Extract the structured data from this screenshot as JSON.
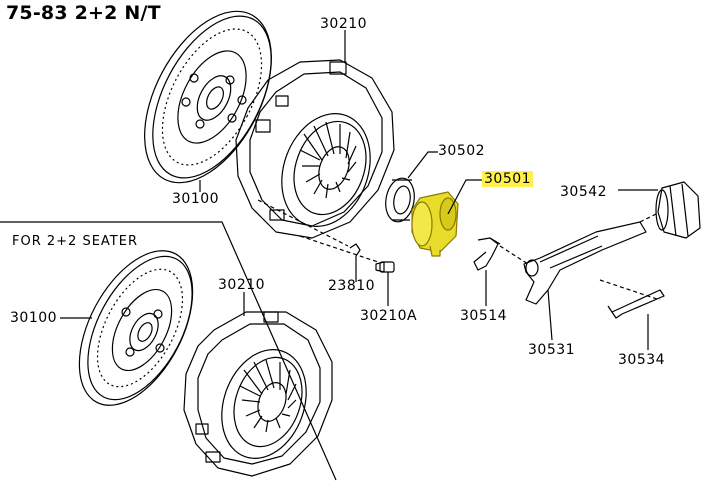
{
  "title": "75-83 2+2 N/T",
  "section_label": "FOR 2+2 SEATER",
  "highlight_color": "#fff04a",
  "selected_part_color": "#e8dc2a",
  "parts": {
    "p30210_top": "30210",
    "p30100_top": "30100",
    "p30502": "30502",
    "p30501": "30501",
    "p30542": "30542",
    "p23810": "23810",
    "p30210A": "30210A",
    "p30514": "30514",
    "p30531": "30531",
    "p30534": "30534",
    "p30100_bot": "30100",
    "p30210_bot": "30210"
  }
}
